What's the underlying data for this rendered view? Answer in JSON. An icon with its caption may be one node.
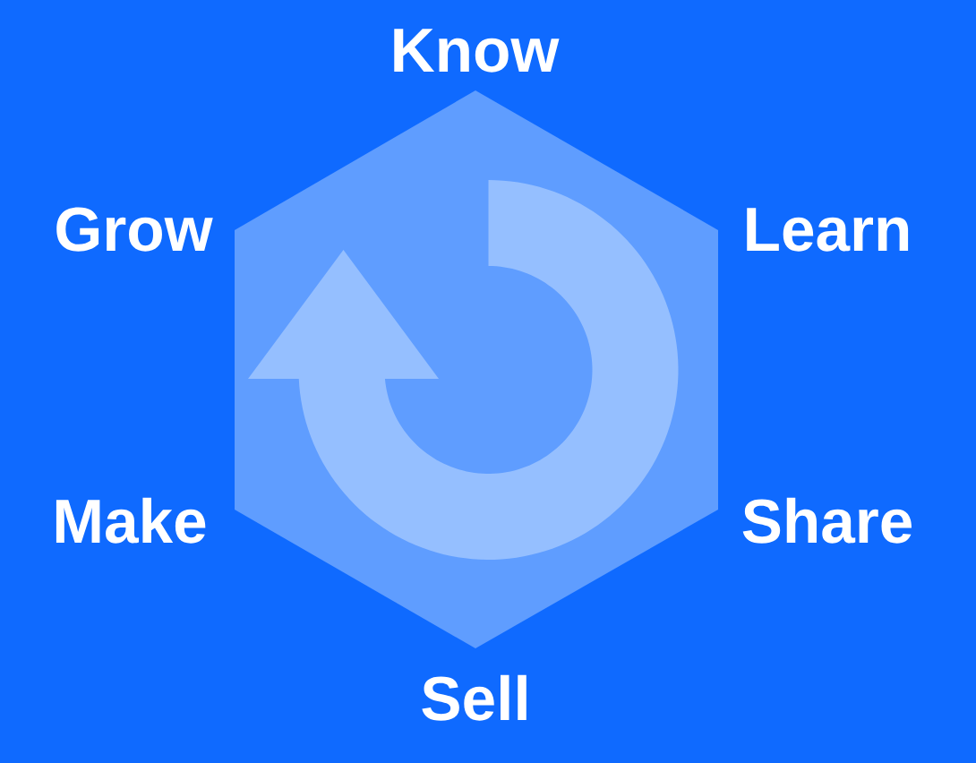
{
  "diagram": {
    "labels": [
      "Know",
      "Grow",
      "Learn",
      "Make",
      "Share",
      "Sell"
    ]
  }
}
